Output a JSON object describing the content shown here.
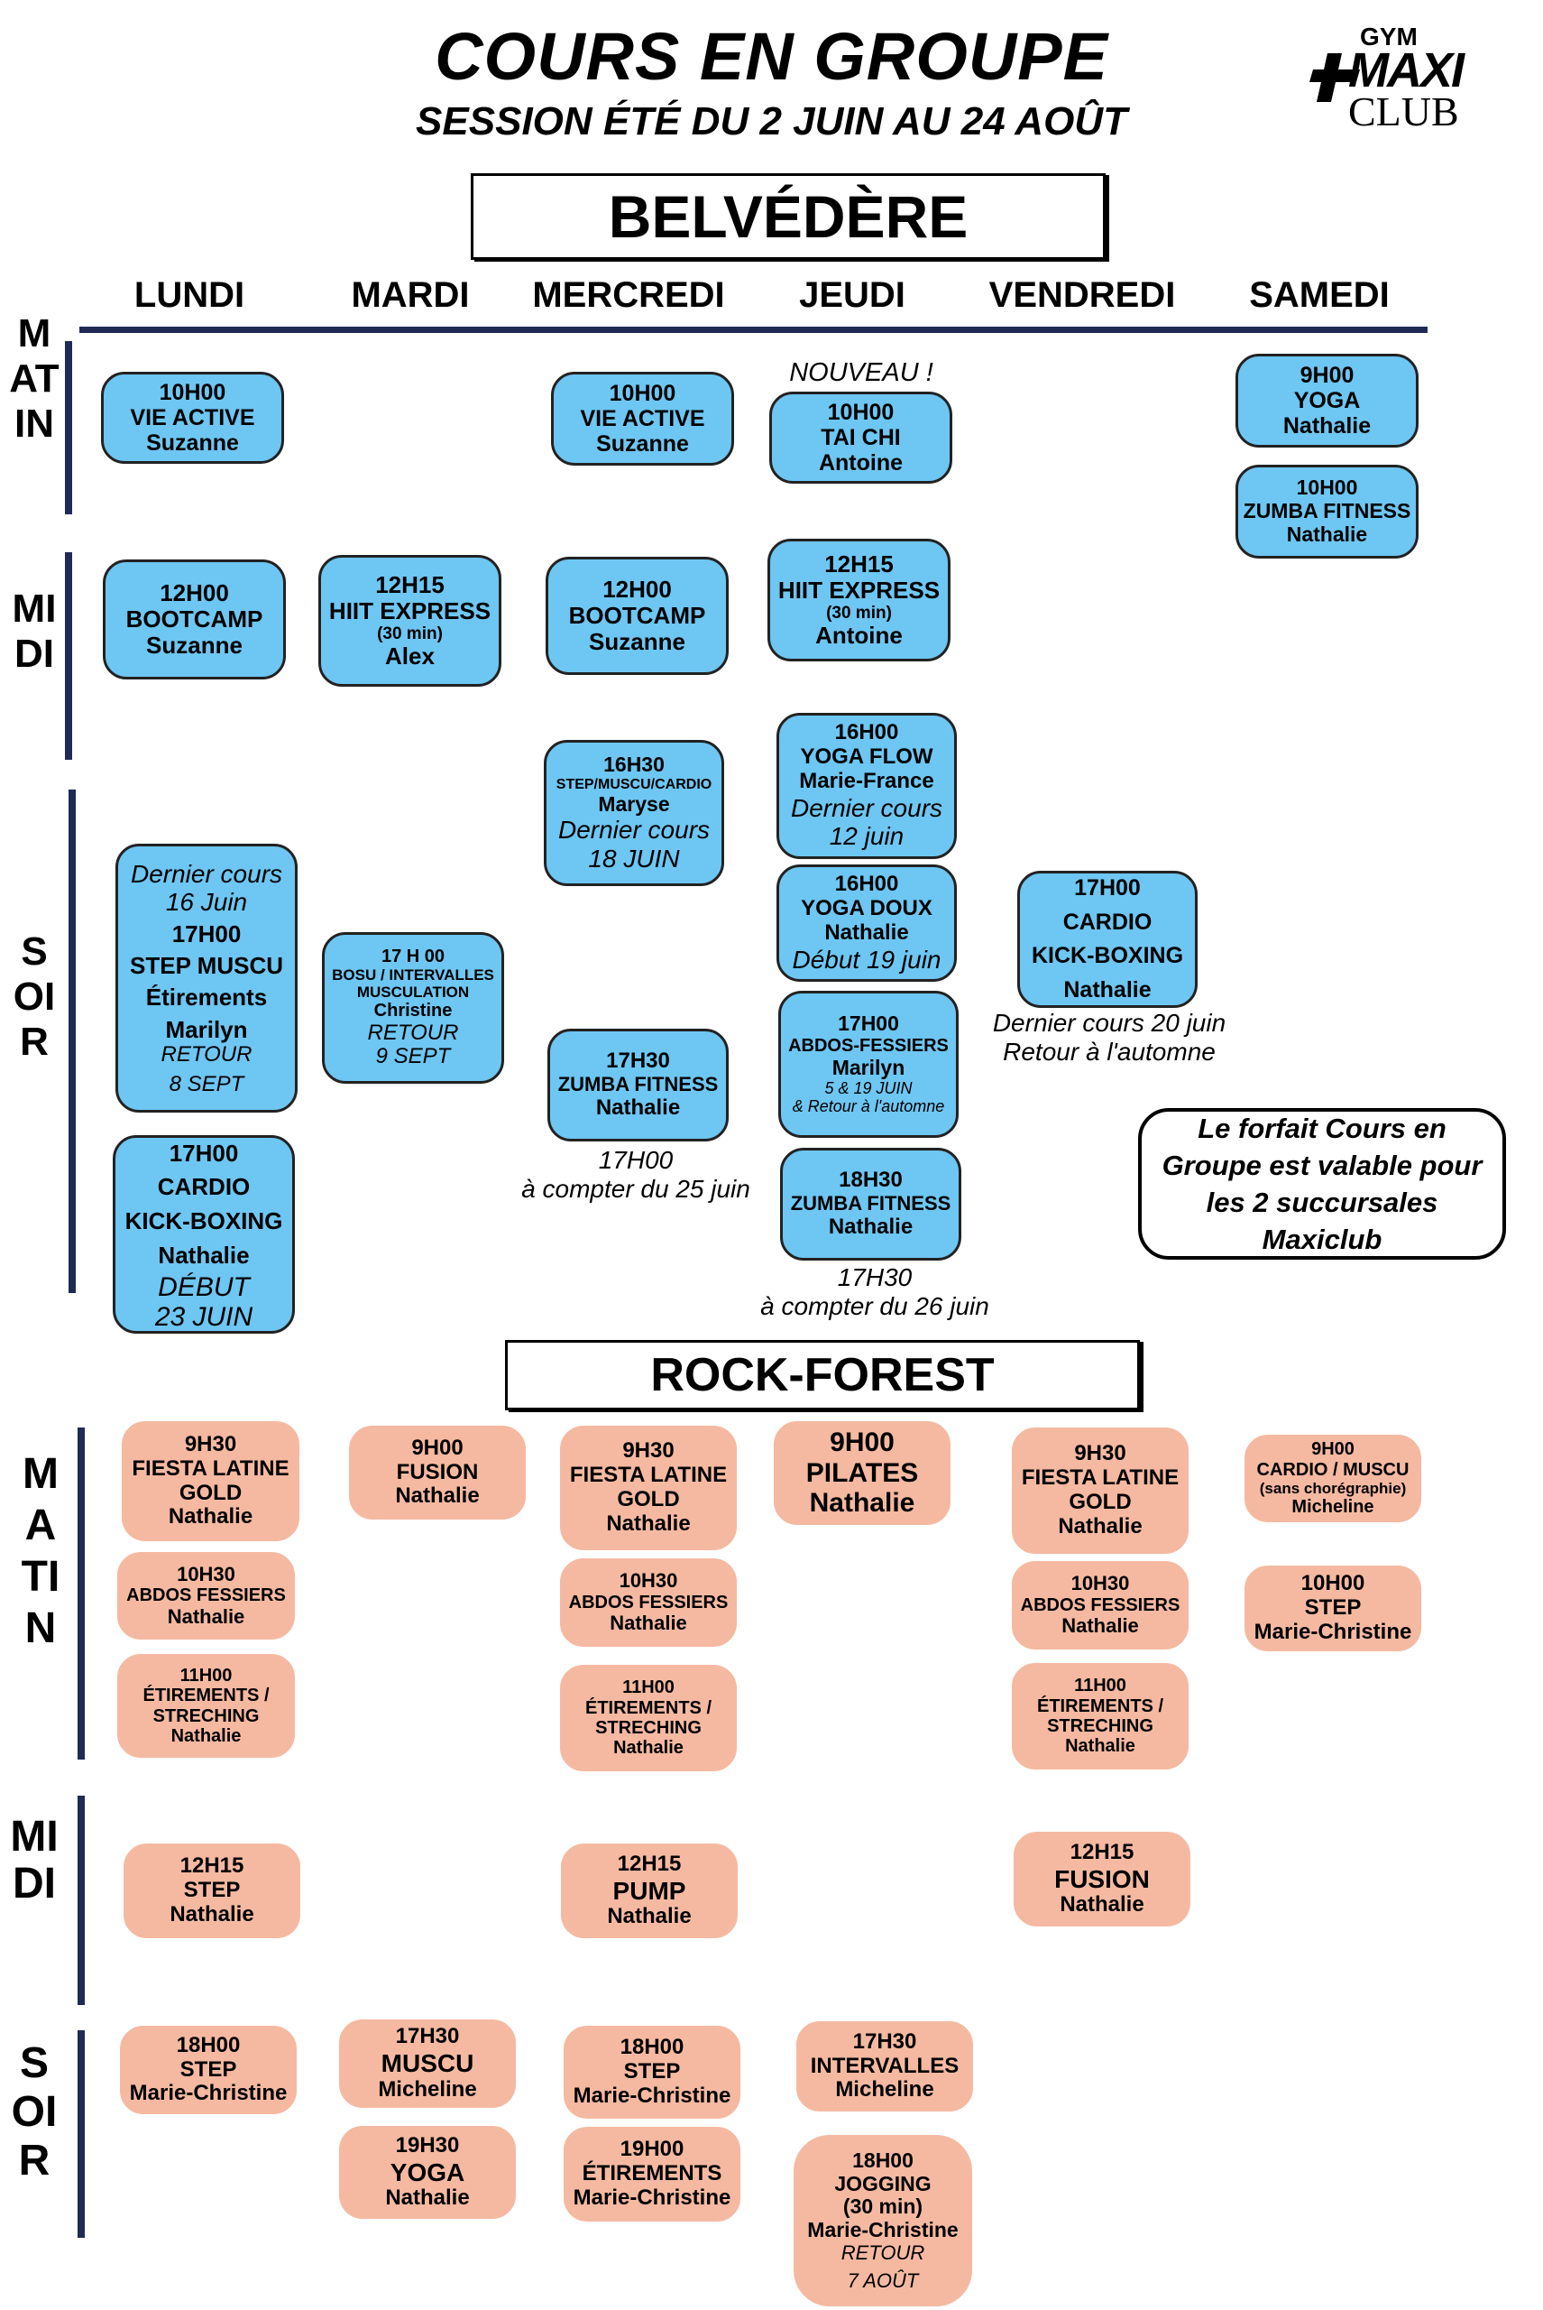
{
  "header": {
    "title": "COURS EN GROUPE",
    "subtitle": "SESSION ÉTÉ DU 2 JUIN AU 24 AOÛT",
    "logo": {
      "gym": "GYM",
      "maxi": "MAXI",
      "club": "CLUB"
    }
  },
  "days": [
    "LUNDI",
    "MARDI",
    "MERCREDI",
    "JEUDI",
    "VENDREDI",
    "SAMEDI"
  ],
  "periods": {
    "matin": "MATIN",
    "midi": "MIDI",
    "soir": "SOIR"
  },
  "belvedere": {
    "name": "BELVÉDÈRE",
    "nouveau": "NOUVEAU !",
    "classes": [
      {
        "lines": [
          "10H00",
          "VIE ACTIVE",
          "Suzanne"
        ]
      },
      {
        "lines": [
          "10H00",
          "VIE ACTIVE",
          "Suzanne"
        ]
      },
      {
        "lines": [
          "10H00",
          "TAI CHI",
          "Antoine"
        ]
      },
      {
        "lines": [
          "9H00",
          "YOGA",
          "Nathalie"
        ]
      },
      {
        "lines": [
          "10H00",
          "ZUMBA FITNESS",
          "Nathalie"
        ]
      },
      {
        "lines": [
          "12H00",
          "BOOTCAMP",
          "Suzanne"
        ]
      },
      {
        "lines": [
          "12H15",
          "HIIT EXPRESS",
          "(30 min)",
          "Alex"
        ]
      },
      {
        "lines": [
          "12H00",
          "BOOTCAMP",
          "Suzanne"
        ]
      },
      {
        "lines": [
          "12H15",
          "HIIT EXPRESS",
          "(30 min)",
          "Antoine"
        ]
      },
      {
        "lines": [
          "16H30",
          "STEP/MUSCU/CARDIO",
          "Maryse",
          "Dernier cours",
          "18 JUIN"
        ]
      },
      {
        "lines": [
          "16H00",
          "YOGA FLOW",
          "Marie-France",
          "Dernier cours",
          "12 juin"
        ]
      },
      {
        "lines": [
          "16H00",
          "YOGA DOUX",
          "Nathalie",
          "Début 19 juin"
        ]
      },
      {
        "lines": [
          "Dernier cours",
          "16 Juin",
          "17H00",
          "STEP MUSCU",
          "Étirements",
          "Marilyn",
          "RETOUR",
          "8 SEPT"
        ]
      },
      {
        "lines": [
          "17 H 00",
          "BOSU / INTERVALLES",
          "MUSCULATION",
          "Christine",
          "RETOUR",
          "9 SEPT"
        ]
      },
      {
        "lines": [
          "17H30",
          "ZUMBA FITNESS",
          "Nathalie"
        ]
      },
      {
        "lines": [
          "17H00",
          "ABDOS-FESSIERS",
          "Marilyn",
          "5 & 19 JUIN",
          "& Retour à l'automne"
        ]
      },
      {
        "lines": [
          "17H00",
          "CARDIO",
          "KICK-BOXING",
          "Nathalie"
        ]
      },
      {
        "lines": [
          "17H00",
          "CARDIO",
          "KICK-BOXING",
          "Nathalie",
          "DÉBUT",
          "23 JUIN"
        ]
      },
      {
        "lines": [
          "18H30",
          "ZUMBA FITNESS",
          "Nathalie"
        ]
      }
    ],
    "notes": {
      "mercredi_zumba": [
        "17H00",
        "à compter du 25 juin"
      ],
      "jeudi_zumba": [
        "17H30",
        "à compter du 26 juin"
      ],
      "vendredi_kick": [
        "Dernier cours 20 juin",
        "Retour à l'automne"
      ]
    },
    "forfait": "Le forfait Cours en Groupe est valable pour les 2 succursales Maxiclub"
  },
  "rockforest": {
    "name": "ROCK-FOREST",
    "classes": [
      {
        "lines": [
          "9H30",
          "FIESTA LATINE",
          "GOLD",
          "Nathalie"
        ]
      },
      {
        "lines": [
          "10H30",
          "ABDOS FESSIERS",
          "Nathalie"
        ]
      },
      {
        "lines": [
          "11H00",
          "ÉTIREMENTS /",
          "STRECHING",
          "Nathalie"
        ]
      },
      {
        "lines": [
          "9H00",
          "FUSION",
          "Nathalie"
        ]
      },
      {
        "lines": [
          "9H30",
          "FIESTA LATINE",
          "GOLD",
          "Nathalie"
        ]
      },
      {
        "lines": [
          "10H30",
          "ABDOS FESSIERS",
          "Nathalie"
        ]
      },
      {
        "lines": [
          "11H00",
          "ÉTIREMENTS /",
          "STRECHING",
          "Nathalie"
        ]
      },
      {
        "lines": [
          "9H00",
          "PILATES",
          "Nathalie"
        ]
      },
      {
        "lines": [
          "9H30",
          "FIESTA LATINE",
          "GOLD",
          "Nathalie"
        ]
      },
      {
        "lines": [
          "10H30",
          "ABDOS FESSIERS",
          "Nathalie"
        ]
      },
      {
        "lines": [
          "11H00",
          "ÉTIREMENTS /",
          "STRECHING",
          "Nathalie"
        ]
      },
      {
        "lines": [
          "9H00",
          "CARDIO / MUSCU",
          "(sans chorégraphie)",
          "Micheline"
        ]
      },
      {
        "lines": [
          "10H00",
          "STEP",
          "Marie-Christine"
        ]
      },
      {
        "lines": [
          "12H15",
          "STEP",
          "Nathalie"
        ]
      },
      {
        "lines": [
          "12H15",
          "PUMP",
          "Nathalie"
        ]
      },
      {
        "lines": [
          "12H15",
          "FUSION",
          "Nathalie"
        ]
      },
      {
        "lines": [
          "18H00",
          "STEP",
          "Marie-Christine"
        ]
      },
      {
        "lines": [
          "17H30",
          "MUSCU",
          "Micheline"
        ]
      },
      {
        "lines": [
          "19H30",
          "YOGA",
          "Nathalie"
        ]
      },
      {
        "lines": [
          "18H00",
          "STEP",
          "Marie-Christine"
        ]
      },
      {
        "lines": [
          "19H00",
          "ÉTIREMENTS",
          "Marie-Christine"
        ]
      },
      {
        "lines": [
          "17H30",
          "INTERVALLES",
          "Micheline"
        ]
      },
      {
        "lines": [
          "18H00",
          "JOGGING",
          "(30 min)",
          "Marie-Christine",
          "RETOUR",
          "7 AOÛT"
        ]
      }
    ]
  },
  "colors": {
    "belvedere_box": "#6ec6f2",
    "rockforest_box": "#f5b9a1",
    "rule": "#1f2a55"
  }
}
